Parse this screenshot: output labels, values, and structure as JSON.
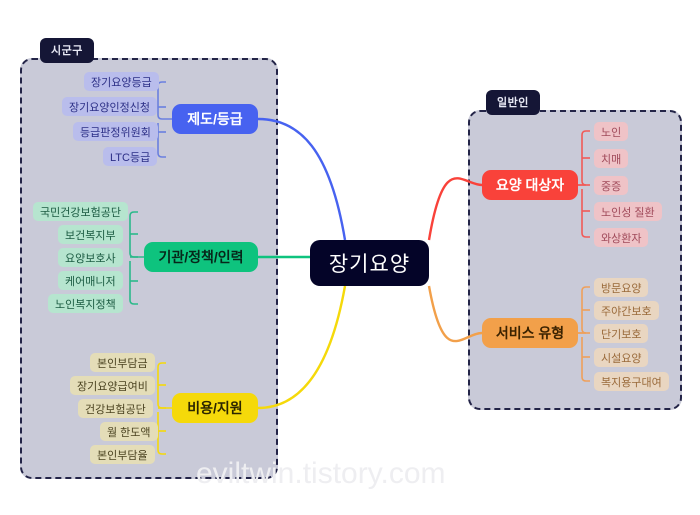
{
  "center": {
    "label": "장기요양"
  },
  "watermark": {
    "text": "eviltwin.tistory.com"
  },
  "groups": [
    {
      "id": "left",
      "badge": "시군구"
    },
    {
      "id": "right",
      "badge": "일반인"
    }
  ],
  "branches": [
    {
      "id": "system-grade",
      "label": "제도/등급",
      "color": "#4762f0",
      "side": "left",
      "leaves": [
        "장기요양등급",
        "장기요양인정신청",
        "등급판정위원회",
        "LTC등급"
      ]
    },
    {
      "id": "agency-policy-staff",
      "label": "기관/정책/인력",
      "color": "#0ec37e",
      "side": "left",
      "leaves": [
        "국민건강보험공단",
        "보건복지부",
        "요양보호사",
        "케어매니저",
        "노인복지정책"
      ]
    },
    {
      "id": "cost-support",
      "label": "비용/지원",
      "color": "#f5d90a",
      "side": "left",
      "leaves": [
        "본인부담금",
        "장기요양급여비",
        "건강보험공단",
        "월 한도액",
        "본인부담율"
      ]
    },
    {
      "id": "care-target",
      "label": "요양 대상자",
      "color": "#f9423a",
      "side": "right",
      "leaves": [
        "노인",
        "치매",
        "중증",
        "노인성 질환",
        "와상환자"
      ]
    },
    {
      "id": "service-type",
      "label": "서비스 유형",
      "color": "#f2a04a",
      "side": "right",
      "leaves": [
        "방문요양",
        "주야간보호",
        "단기보호",
        "시설요양",
        "복지용구대여"
      ]
    }
  ],
  "colors": {
    "center_bg": "#040428",
    "group_bg": "#c9cad8",
    "group_border": "#232447",
    "badge_bg": "#151636",
    "canvas_bg": "#ffffff"
  }
}
